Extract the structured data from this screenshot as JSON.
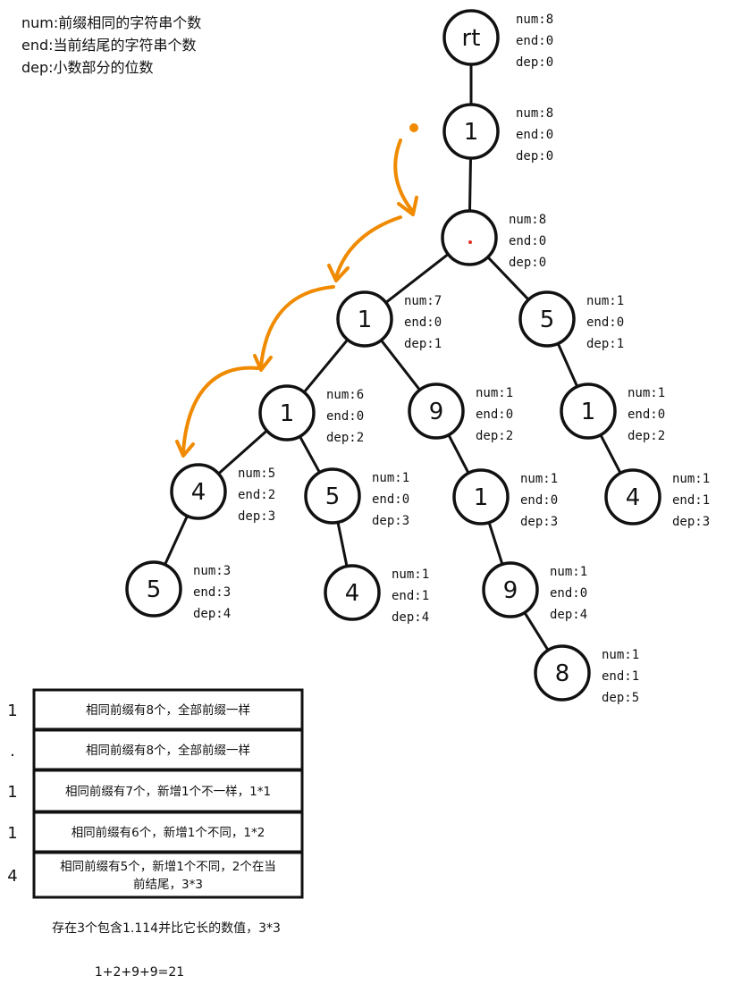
{
  "legend": [
    "num:前缀相同的字符串个数",
    "end:当前结尾的字符串个数",
    "dep:小数部分的位数"
  ],
  "colors": {
    "arrow": "#F08A00",
    "stroke": "#111111",
    "dot": "#E03020"
  },
  "nodes": [
    {
      "id": "rt",
      "label": "rt",
      "num": "num:8",
      "end": "end:0",
      "dep": "dep:0"
    },
    {
      "id": "n1",
      "label": "1",
      "num": "num:8",
      "end": "end:0",
      "dep": "dep:0"
    },
    {
      "id": "dot",
      "label": "",
      "num": "num:8",
      "end": "end:0",
      "dep": "dep:0"
    },
    {
      "id": "a1",
      "label": "1",
      "num": "num:7",
      "end": "end:0",
      "dep": "dep:1"
    },
    {
      "id": "a5",
      "label": "5",
      "num": "num:1",
      "end": "end:0",
      "dep": "dep:1"
    },
    {
      "id": "b1",
      "label": "1",
      "num": "num:6",
      "end": "end:0",
      "dep": "dep:2"
    },
    {
      "id": "b9",
      "label": "9",
      "num": "num:1",
      "end": "end:0",
      "dep": "dep:2"
    },
    {
      "id": "b51",
      "label": "1",
      "num": "num:1",
      "end": "end:0",
      "dep": "dep:2"
    },
    {
      "id": "c4",
      "label": "4",
      "num": "num:5",
      "end": "end:2",
      "dep": "dep:3"
    },
    {
      "id": "c5",
      "label": "5",
      "num": "num:1",
      "end": "end:0",
      "dep": "dep:3"
    },
    {
      "id": "c91",
      "label": "1",
      "num": "num:1",
      "end": "end:0",
      "dep": "dep:3"
    },
    {
      "id": "c514",
      "label": "4",
      "num": "num:1",
      "end": "end:1",
      "dep": "dep:3"
    },
    {
      "id": "d5",
      "label": "5",
      "num": "num:3",
      "end": "end:3",
      "dep": "dep:4"
    },
    {
      "id": "d4",
      "label": "4",
      "num": "num:1",
      "end": "end:1",
      "dep": "dep:4"
    },
    {
      "id": "d9",
      "label": "9",
      "num": "num:1",
      "end": "end:0",
      "dep": "dep:4"
    },
    {
      "id": "e8",
      "label": "8",
      "num": "num:1",
      "end": "end:1",
      "dep": "dep:5"
    }
  ],
  "edges": [
    [
      "rt",
      "n1"
    ],
    [
      "n1",
      "dot"
    ],
    [
      "dot",
      "a1"
    ],
    [
      "dot",
      "a5"
    ],
    [
      "a1",
      "b1"
    ],
    [
      "a1",
      "b9"
    ],
    [
      "a5",
      "b51"
    ],
    [
      "b1",
      "c4"
    ],
    [
      "b1",
      "c5"
    ],
    [
      "b9",
      "c91"
    ],
    [
      "b51",
      "c514"
    ],
    [
      "c4",
      "d5"
    ],
    [
      "c5",
      "d4"
    ],
    [
      "c91",
      "d9"
    ],
    [
      "d9",
      "e8"
    ]
  ],
  "rows": [
    {
      "char": "1",
      "text": [
        "相同前缀有8个，全部前缀一样"
      ]
    },
    {
      "char": ".",
      "text": [
        "相同前缀有8个，全部前缀一样"
      ]
    },
    {
      "char": "1",
      "text": [
        "相同前缀有7个，新增1个不一样，1*1"
      ]
    },
    {
      "char": "1",
      "text": [
        "相同前缀有6个，新增1个不同，1*2"
      ]
    },
    {
      "char": "4",
      "text": [
        "相同前缀有5个，新增1个不同，2个在当",
        "前结尾，3*3"
      ]
    }
  ],
  "note": "存在3个包含1.114并比它长的数值，3*3",
  "formula": "1+2+9+9=21"
}
